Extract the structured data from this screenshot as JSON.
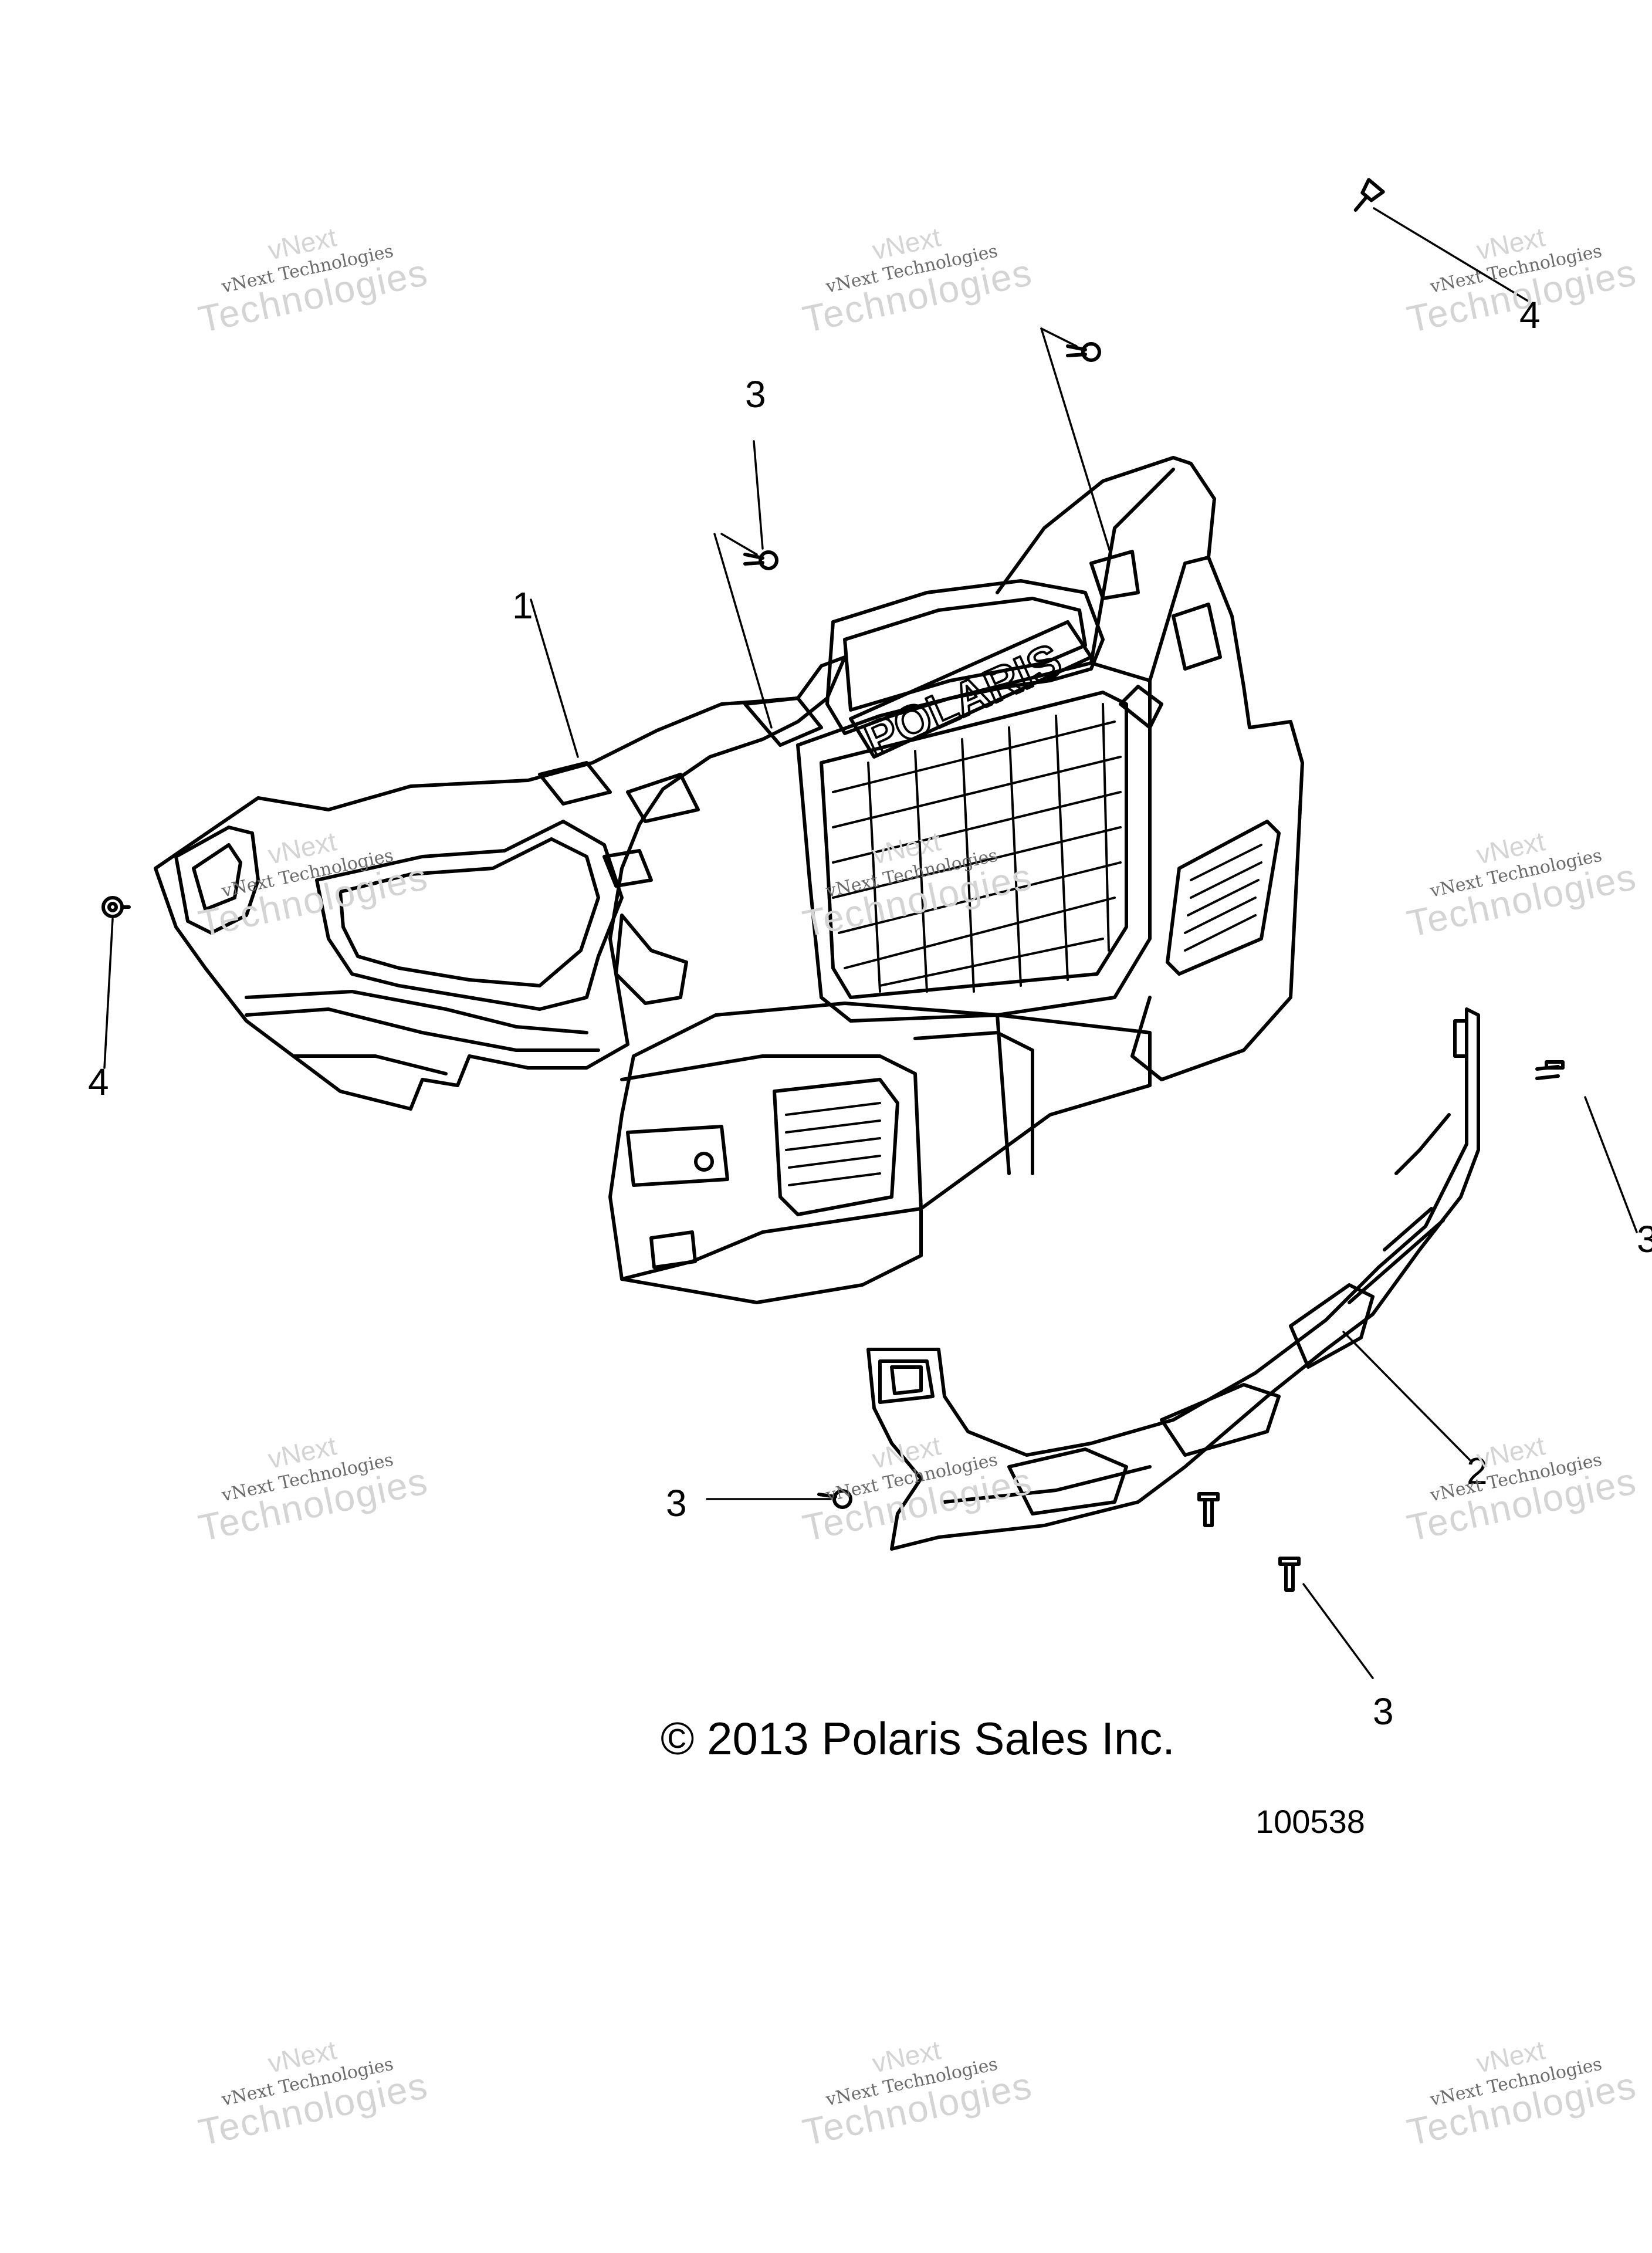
{
  "callouts": [
    {
      "id": "c1",
      "text": "1"
    },
    {
      "id": "c2",
      "text": "2"
    },
    {
      "id": "c3a",
      "text": "3"
    },
    {
      "id": "c3b",
      "text": "3"
    },
    {
      "id": "c3c",
      "text": "3"
    },
    {
      "id": "c3d",
      "text": "3"
    },
    {
      "id": "c4a",
      "text": "4"
    },
    {
      "id": "c4b",
      "text": "4"
    }
  ],
  "copyright": "© 2013 Polaris Sales Inc.",
  "figure_number": "100538",
  "watermark": {
    "line0": "vNext",
    "line1": "vNext Technologies",
    "line2": "Technologies"
  },
  "brand_on_part": "POLARIS",
  "colors": {
    "line": "#000000",
    "watermark": "#d4d4d4",
    "background": "#ffffff"
  }
}
